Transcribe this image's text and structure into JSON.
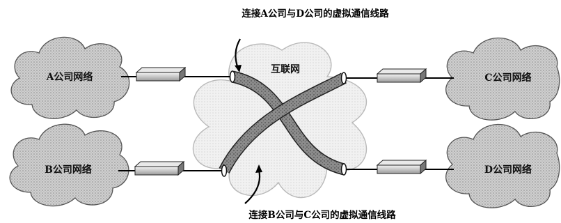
{
  "captions": {
    "top": "连接A公司与D公司的虚拟通信线路",
    "bottom": "连接B公司与C公司的虚拟通信线路"
  },
  "internet": {
    "label": "互联网"
  },
  "networks": {
    "a": "A公司网络",
    "b": "B公司网络",
    "c": "C公司网络",
    "d": "D公司网络"
  }
}
